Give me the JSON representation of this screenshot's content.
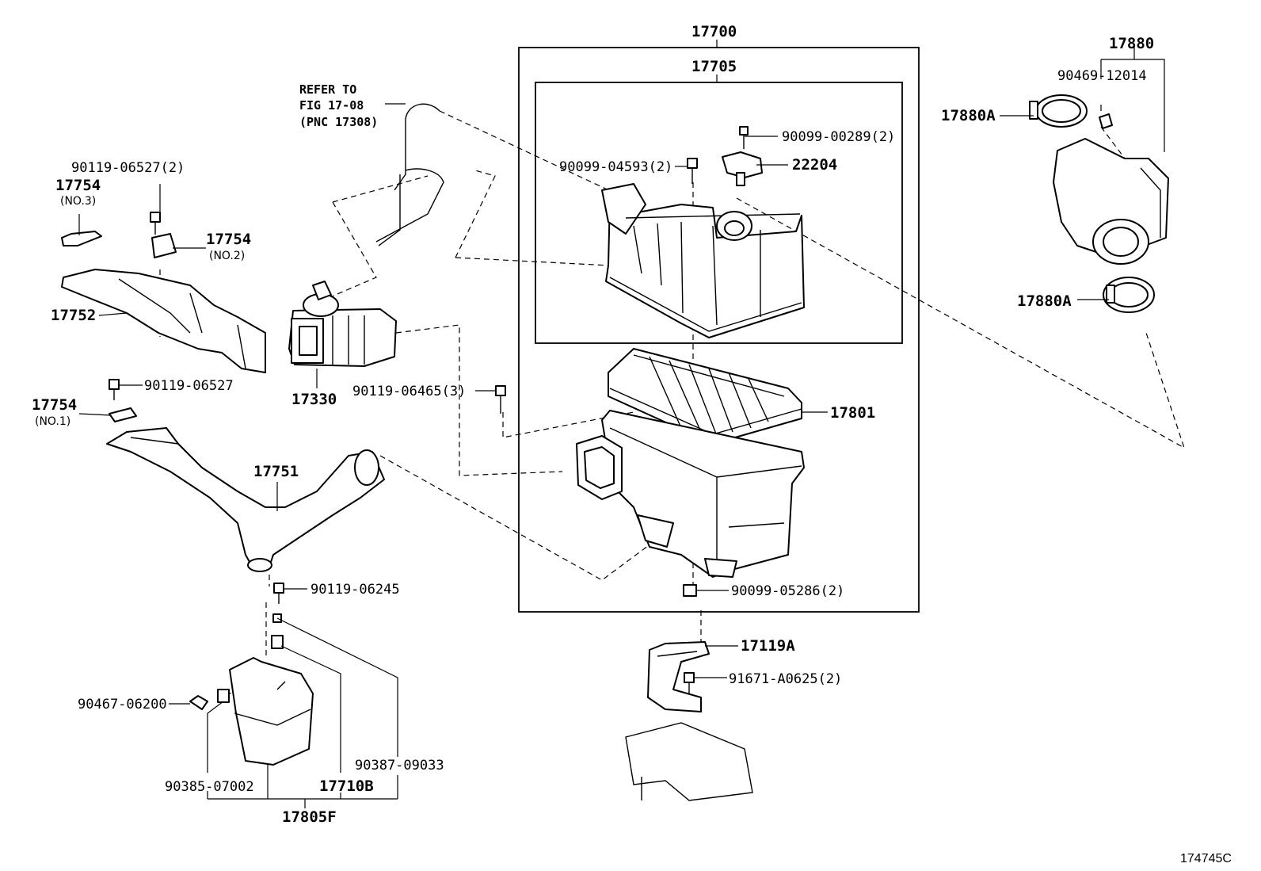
{
  "refer_note": [
    "REFER TO",
    "FIG 17-08",
    "(PNC 17308)"
  ],
  "diagram_id": "174745C",
  "labels": {
    "p17700": "17700",
    "p17705": "17705",
    "p17880": "17880",
    "p90469_12014": "90469-12014",
    "p17880A_top": "17880A",
    "p17880A_bot": "17880A",
    "p90099_00289": "90099-00289(2)",
    "p22204": "22204",
    "p90099_04593": "90099-04593(2)",
    "p90119_06527_2": "90119-06527(2)",
    "p17754_no3": "17754",
    "p17754_no3_sub": "(NO.3)",
    "p17754_no2": "17754",
    "p17754_no2_sub": "(NO.2)",
    "p17752": "17752",
    "p17330": "17330",
    "p90119_06527": "90119-06527",
    "p17754_no1": "17754",
    "p17754_no1_sub": "(NO.1)",
    "p90119_06465": "90119-06465(3)",
    "p17801": "17801",
    "p17751": "17751",
    "p90119_06245": "90119-06245",
    "p90099_05286": "90099-05286(2)",
    "p17119A": "17119A",
    "p91671_A0625": "91671-A0625(2)",
    "p90467_06200": "90467-06200",
    "p90387_09033": "90387-09033",
    "p90385_07002": "90385-07002",
    "p17710B": "17710B",
    "p17805F": "17805F"
  }
}
